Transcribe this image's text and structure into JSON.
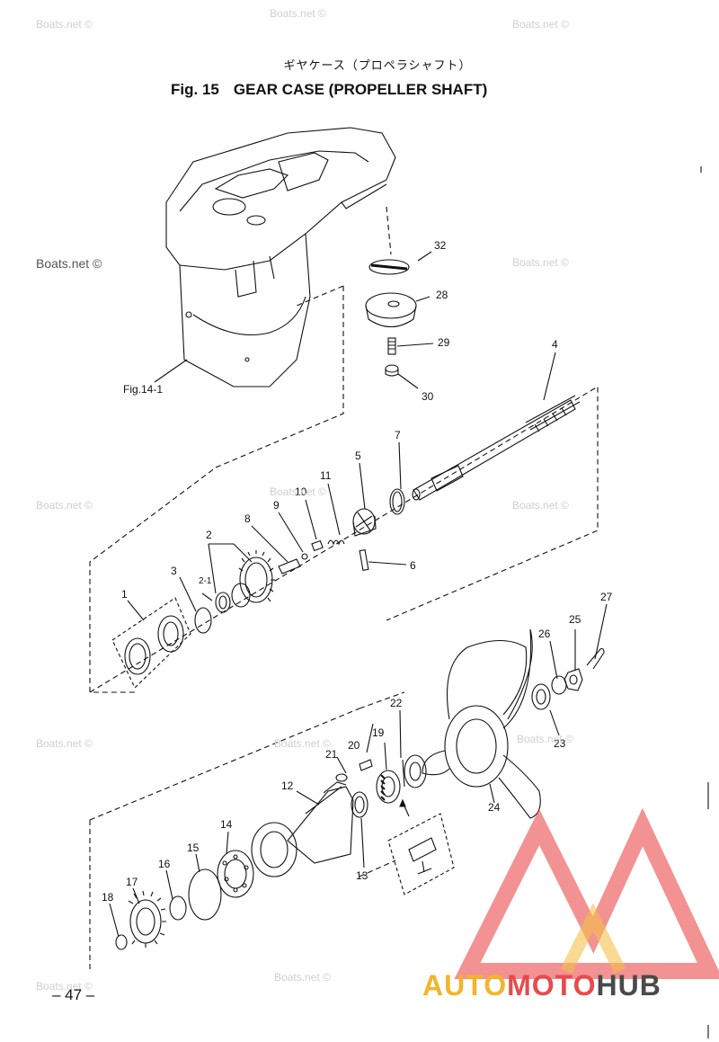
{
  "header": {
    "subtitle_jp": "ギヤケース（プロペラシャフト）",
    "fig_number": "Fig. 15",
    "title": "GEAR CASE  (PROPELLER SHAFT)"
  },
  "reference_label": "Fig.14-1",
  "part_numbers": [
    "1",
    "2",
    "2-1",
    "3",
    "4",
    "5",
    "6",
    "7",
    "8",
    "9",
    "10",
    "11",
    "12",
    "13",
    "14",
    "15",
    "16",
    "17",
    "18",
    "19",
    "20",
    "21",
    "22",
    "23",
    "24",
    "25",
    "26",
    "27",
    "28",
    "29",
    "30",
    "32"
  ],
  "watermark": "Boats.net ©",
  "page_number": "– 47 –",
  "brand": {
    "part1": "AUTO",
    "part2": "MOTO",
    "part3": "HUB"
  },
  "colors": {
    "line": "#111111",
    "brand_yellow": "#f2b52b",
    "brand_red": "#e94a4a",
    "brand_grey": "#4a4a4a",
    "watermark": "#cfcfcf"
  }
}
